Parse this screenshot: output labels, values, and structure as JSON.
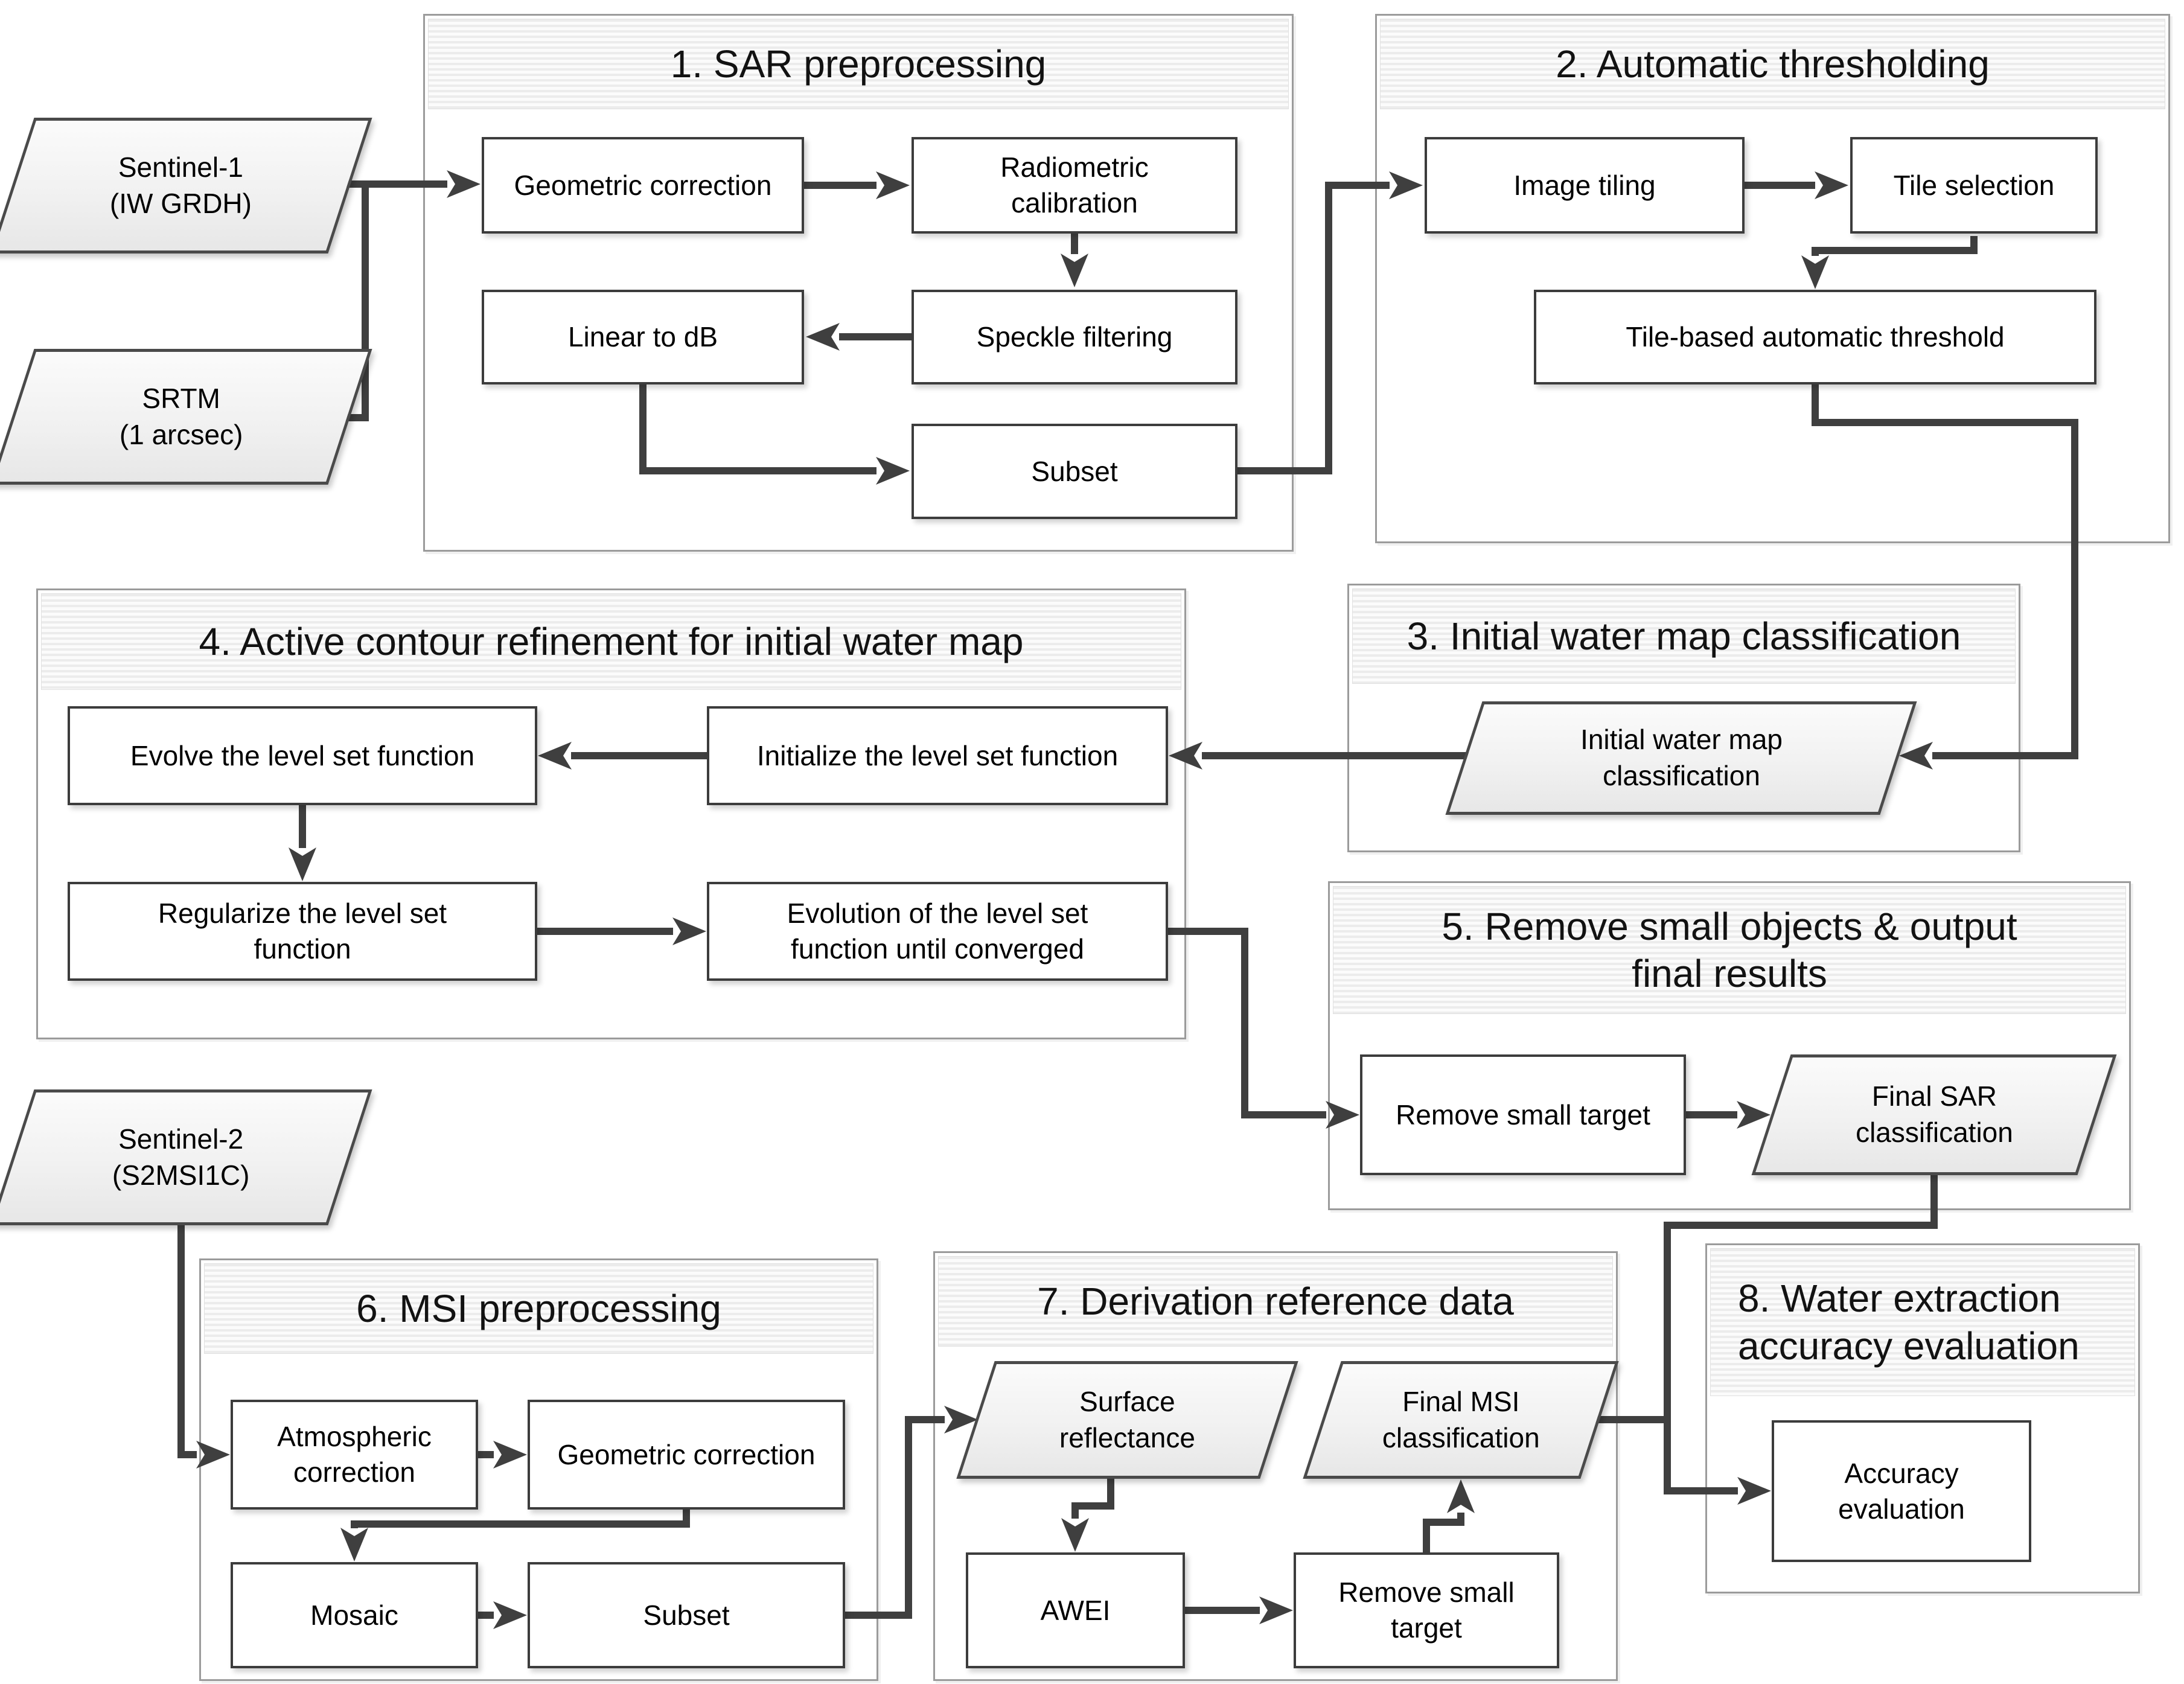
{
  "sections": [
    {
      "title": "1. SAR preprocessing"
    },
    {
      "title": "2. Automatic thresholding"
    },
    {
      "title": "3. Initial water map classification"
    },
    {
      "title": "4. Active contour refinement for initial water map"
    },
    {
      "title": "5. Remove small objects & output\nfinal results"
    },
    {
      "title": "6. MSI preprocessing"
    },
    {
      "title": "7. Derivation reference data"
    },
    {
      "title": "8. Water extraction\naccuracy evaluation"
    }
  ],
  "nodes": {
    "sentinel1": "Sentinel-1\n(IW GRDH)",
    "srtm": "SRTM\n(1 arcsec)",
    "geometric_correction": "Geometric correction",
    "radiometric_calibration": "Radiometric\ncalibration",
    "linear_to_db": "Linear to dB",
    "speckle_filtering": "Speckle filtering",
    "subset_sar": "Subset",
    "image_tiling": "Image tiling",
    "tile_selection": "Tile selection",
    "tile_threshold": "Tile-based automatic threshold",
    "initial_water_map": "Initial water map\nclassification",
    "evolve": "Evolve the level set function",
    "initialize": "Initialize the level set function",
    "regularize": "Regularize the level set\nfunction",
    "evolution": "Evolution of the level set\nfunction until converged",
    "remove_small_sar": "Remove small target",
    "final_sar": "Final SAR\nclassification",
    "sentinel2": "Sentinel-2\n(S2MSI1C)",
    "atmospheric_correction": "Atmospheric\ncorrection",
    "geometric_correction_msi": "Geometric correction",
    "mosaic": "Mosaic",
    "subset_msi": "Subset",
    "surface_reflectance": "Surface\nreflectance",
    "awei": "AWEI",
    "remove_small_msi": "Remove small\ntarget",
    "final_msi": "Final MSI\nclassification",
    "accuracy_evaluation": "Accuracy\nevaluation"
  },
  "colors": {
    "connector": "#3f3f3f",
    "process_border": "#3c3c3c",
    "section_border": "#9b9b9b",
    "title_hatch": "#ececec",
    "node_fill_top": "#fbfbfb",
    "node_fill_bottom": "#e7e7e7"
  }
}
